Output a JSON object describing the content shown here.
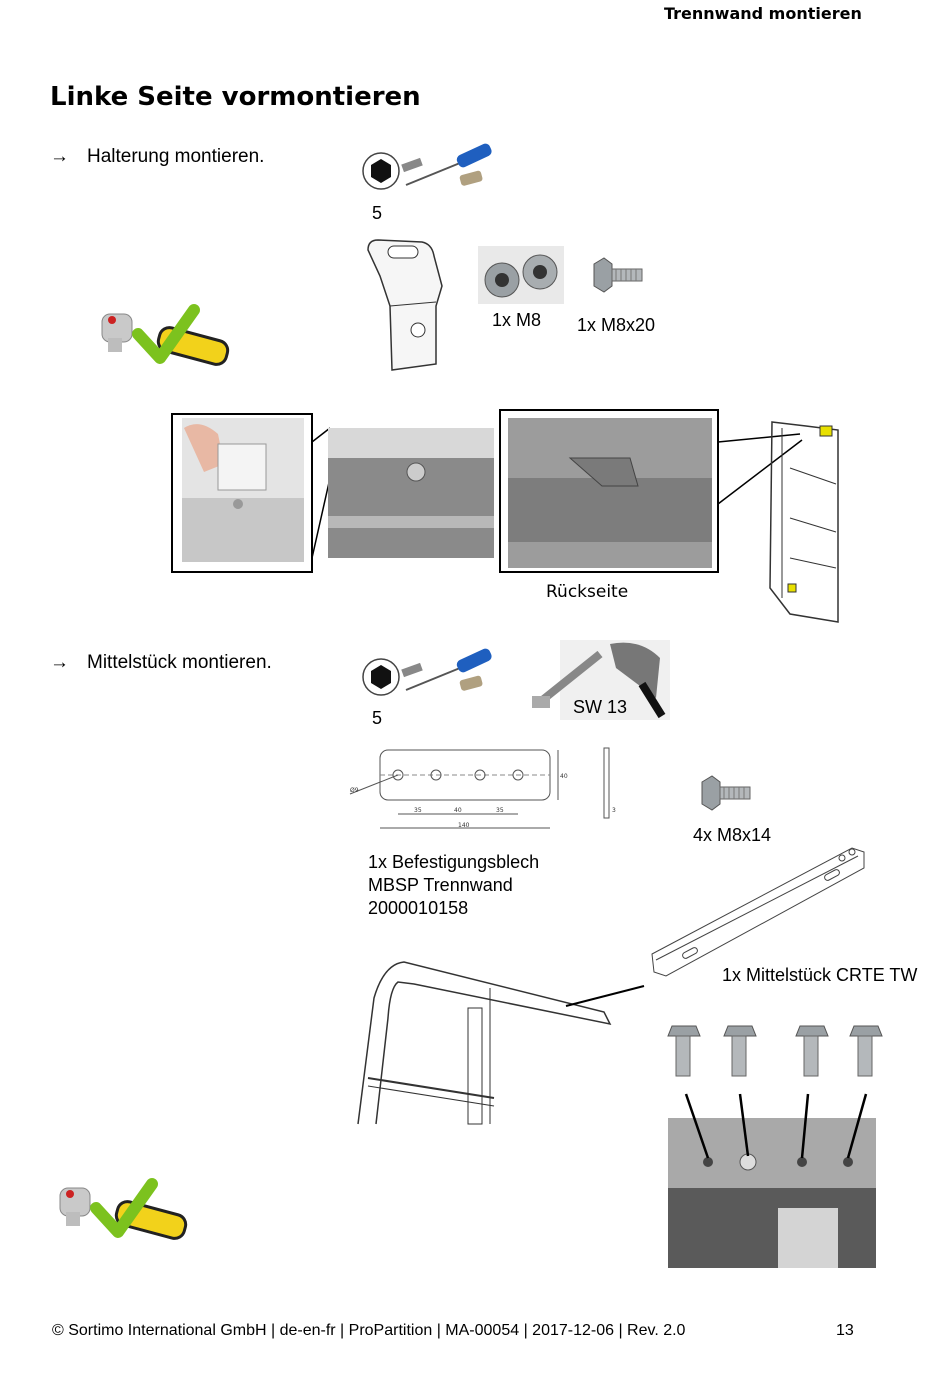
{
  "header": {
    "title": "Trennwand montieren"
  },
  "section": {
    "title": "Linke Seite vormontieren"
  },
  "step1": {
    "arrow": "→",
    "text": "Halterung montieren.",
    "tool_size": "5",
    "parts": {
      "nut": "1x M8",
      "screw": "1x M8x20"
    },
    "caption_rear": "Rückseite"
  },
  "step2": {
    "arrow": "→",
    "text": "Mittelstück montieren.",
    "tool_size": "5",
    "wrench_size": "SW 13",
    "plate_label": [
      "1x Befestigungsblech",
      "MBSP Trennwand",
      "2000010158"
    ],
    "screws": "4x M8x14",
    "center_piece": "1x Mittelstück CRTE TW",
    "drawing_dims": [
      "Ø9",
      "35",
      "40",
      "35",
      "140",
      "40",
      "3"
    ]
  },
  "footer": {
    "text": "© Sortimo International GmbH | de-en-fr | ProPartition | MA-00054 | 2017-12-06 | Rev. 2.0",
    "page": "13"
  },
  "colors": {
    "check_green": "#7cc21e",
    "screwdriver_blue": "#1f5fbf",
    "handle_yellow": "#f2d21b"
  },
  "icons": [
    "hex-icon",
    "screwdriver-icon",
    "ratchet-check-icon",
    "bracket-icon",
    "nut-icon",
    "screw-icon"
  ]
}
